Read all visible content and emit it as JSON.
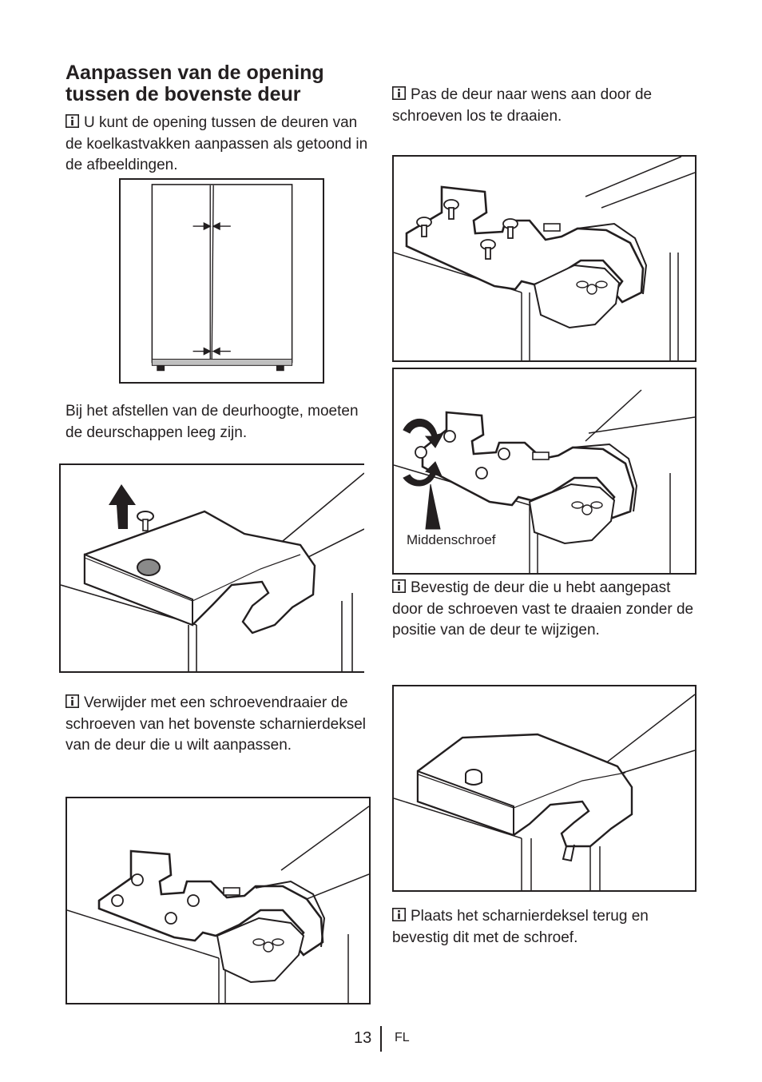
{
  "heading": "Aanpassen van de opening tussen de bovenste deur",
  "left": {
    "intro": "U kunt de opening tussen de deuren van de koelkastvakken aanpassen als getoond in de afbeeldingen.",
    "note": "Bij het afstellen van de deurhoogte, moeten de deurschappen leeg zijn.",
    "remove_screws": "Verwijder met een schroevendraaier de schroeven van het bovenste scharnierdeksel van de deur die u wilt aanpassen."
  },
  "right": {
    "adjust": "Pas de deur naar wens aan door de schroeven los te draaien.",
    "middle_screw_label": "Middenschroef",
    "fix": "Bevestig de deur die u hebt aangepast door de schroeven vast te draaien zonder de positie van de deur te wijzigen.",
    "replace": "Plaats het scharnierdeksel terug en bevestig dit met de schroef."
  },
  "icons": {
    "info": "info-icon",
    "arrow_up": "arrow-up-icon",
    "rotate_arrows": "rotate-arrows-icon",
    "gap_arrows": "gap-arrows-icon"
  },
  "footer": {
    "page_number": "13",
    "language": "FL"
  }
}
